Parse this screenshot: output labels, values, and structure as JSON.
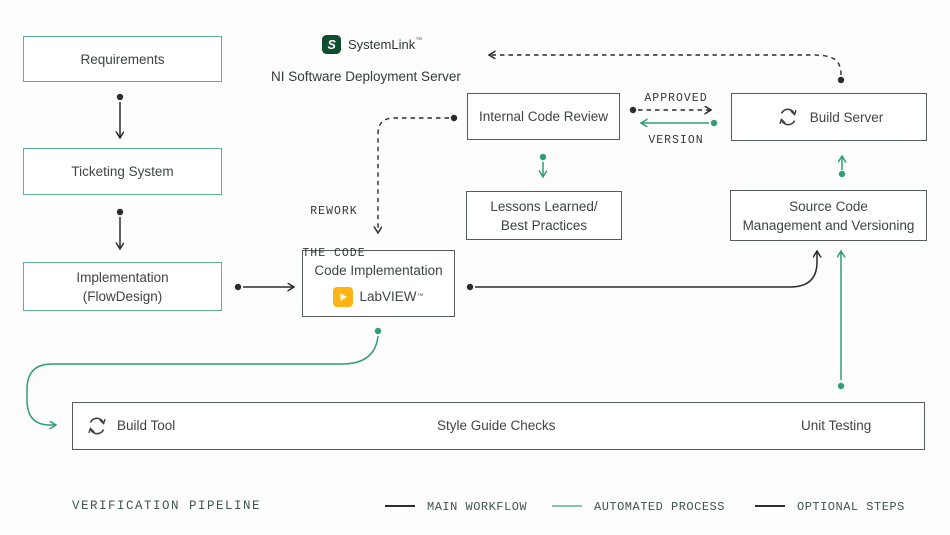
{
  "header": {
    "systemlink": "SystemLink",
    "systemlink_tm": "™",
    "subtitle": "NI Software Deployment Server"
  },
  "nodes": {
    "requirements": {
      "label": "Requirements"
    },
    "ticketing": {
      "label": "Ticketing System"
    },
    "implementation": {
      "line1": "Implementation",
      "line2": "(FlowDesign)"
    },
    "internal_code_review": {
      "label": "Internal Code Review"
    },
    "lessons": {
      "line1": "Lessons Learned/",
      "line2": "Best Practices"
    },
    "build_server": {
      "label": "Build Server"
    },
    "source_code": {
      "line1": "Source Code",
      "line2": "Management and Versioning"
    },
    "code_implementation": {
      "label": "Code Implementation",
      "tool": "LabVIEW",
      "tool_tm": "™"
    },
    "build_tool": {
      "label": "Build Tool"
    },
    "style_guide_checks": {
      "label": "Style Guide Checks"
    },
    "unit_testing": {
      "label": "Unit Testing"
    }
  },
  "annotations": {
    "approved_version": {
      "line1": "APPROVED",
      "line2": "VERSION"
    },
    "rework": {
      "line1": "REWORK",
      "line2": "THE CODE"
    }
  },
  "legend": {
    "title": "VERIFICATION PIPELINE",
    "items": [
      {
        "label": "MAIN WORKFLOW",
        "color": "#2c312d",
        "style": "solid"
      },
      {
        "label": "AUTOMATED PROCESS",
        "color": "#85c4a9",
        "style": "solid"
      },
      {
        "label": "OPTIONAL STEPS",
        "color": "#2c312d",
        "style": "solid"
      }
    ]
  },
  "icons": {
    "systemlink_icon": "systemlink-logo",
    "labview_icon": "labview-play-badge",
    "build_server_icon": "cycle-refresh-arrows",
    "build_tool_icon": "cycle-refresh-arrows"
  },
  "colors": {
    "green_accent": "#2f9e72",
    "green_box_border": "#5ab48d",
    "gray_box_border": "#565c57",
    "dark_line": "#2b2b2b",
    "systemlink_green": "#0e4d2e",
    "labview_yellow": "#fcb514",
    "legend_text": "#3e564b"
  }
}
